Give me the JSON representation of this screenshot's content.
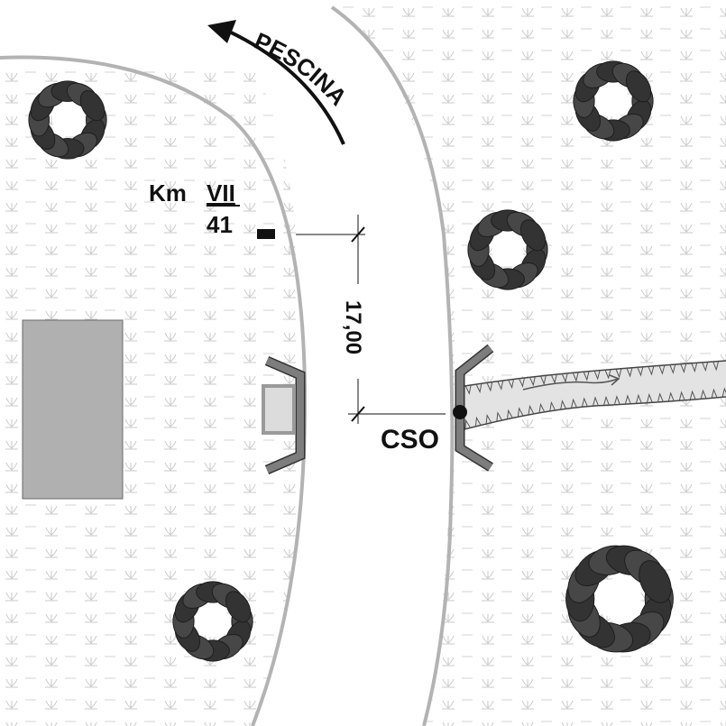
{
  "direction": {
    "label": "PESCINA"
  },
  "kilometer_marker": {
    "prefix": "Km",
    "roman": "VII",
    "number": "41"
  },
  "dimension": {
    "value": "17,00"
  },
  "outfall": {
    "label": "CSO"
  },
  "colors": {
    "road_edge": "#b3b3b3",
    "tree": "#3d3d3d",
    "building": "#b0b0b0",
    "headwall": "#7d7d7d",
    "channel": "#e3e3e3",
    "line": "#111111"
  }
}
